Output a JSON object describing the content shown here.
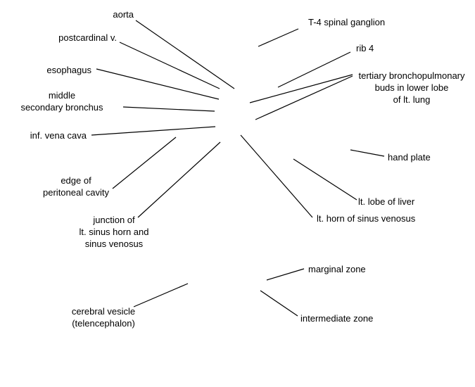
{
  "colors": {
    "background": "#ffffff",
    "ink": "#000000"
  },
  "labels": {
    "aorta": "aorta",
    "postcardinal": "postcardinal v.",
    "esophagus": "esophagus",
    "middle_bronchus": "middle\nsecondary bronchus",
    "inf_vena_cava": "inf. vena cava",
    "peritoneal_edge": "edge of\nperitoneal cavity",
    "sinus_junction": "junction of\nlt. sinus horn and\nsinus venosus",
    "spinal_ganglion": "T-4 spinal ganglion",
    "rib4": "rib 4",
    "tertiary_buds": "tertiary bronchopulmonary\nbuds in lower lobe\nof lt. lung",
    "hand_plate": "hand plate",
    "liver_lobe": "lt. lobe of liver",
    "sinus_horn": "lt. horn of sinus venosus",
    "marginal_zone": "marginal zone",
    "intermediate_zone": "intermediate zone",
    "cerebral_vesicle": "cerebral vesicle\n(telencephalon)"
  }
}
